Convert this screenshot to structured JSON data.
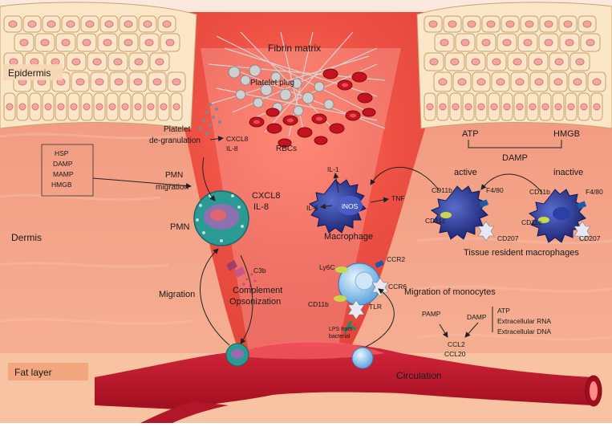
{
  "layers": {
    "epidermis": "Epidermis",
    "dermis": "Dermis",
    "fat_layer": "Fat layer"
  },
  "wound": {
    "fibrin_matrix": "Fibrin matrix",
    "platelet_plug": "Platelet plug",
    "rbcs": "RBCs",
    "platelet_degranulation_1": "Platelet",
    "platelet_degranulation_2": "de-granulation",
    "platelet_cxcl8": "CXCL8",
    "platelet_il8": "IL-8"
  },
  "signals_box": [
    "HSP",
    "DAMP",
    "MAMP",
    "HMGB"
  ],
  "pmn": {
    "migration_1": "PMN",
    "migration_2": "migration",
    "cell": "PMN",
    "cxcl8": "CXCL8",
    "il8": "IL-8",
    "migration": "Migration"
  },
  "complement": {
    "c3b": "C3b",
    "line1": "Complement",
    "line2": "Opsonization"
  },
  "macrophage": {
    "inos": "iNOS",
    "il1": "IL-1",
    "il6": "IL-6",
    "tnf": "TNF",
    "label": "Macrophage"
  },
  "damp_top": {
    "atp": "ATP",
    "hmgb": "HMGB",
    "damp": "DAMP"
  },
  "resident": {
    "active": "active",
    "inactive": "inactive",
    "cd11b": "CD11b",
    "f480": "F4/80",
    "cd11c": "CD11c",
    "cd207": "CD207",
    "title": "Tissue resident macrophages"
  },
  "monocyte": {
    "ccr2": "CCR2",
    "ly6c": "Ly6C",
    "ccr6": "CCR6",
    "cd11b": "CD11b",
    "tlr": "TLR",
    "lps_1": "LPS from",
    "lps_2": "bacterial",
    "migration": "Migration of monocytes"
  },
  "chemokines": {
    "pamp": "PAMP",
    "damp": "DAMP",
    "ccl2": "CCL2",
    "ccl20": "CCL20",
    "damp_list": [
      "ATP",
      "Extracellular RNA",
      "Extracellular DNA"
    ]
  },
  "circulation": "Circulation",
  "colors": {
    "skin_base": "#f3a58c",
    "wound_red": "#e8413a",
    "vessel_red": "#c1121f",
    "keratinocyte": "#fbe6c8",
    "nucleus": "#f2a69e",
    "macrophage_blue": "#2a3591",
    "monocyte_blue": "#8fc4ea",
    "pmn_teal": "#1f8a8a",
    "fat_band": "#f6b48e"
  }
}
